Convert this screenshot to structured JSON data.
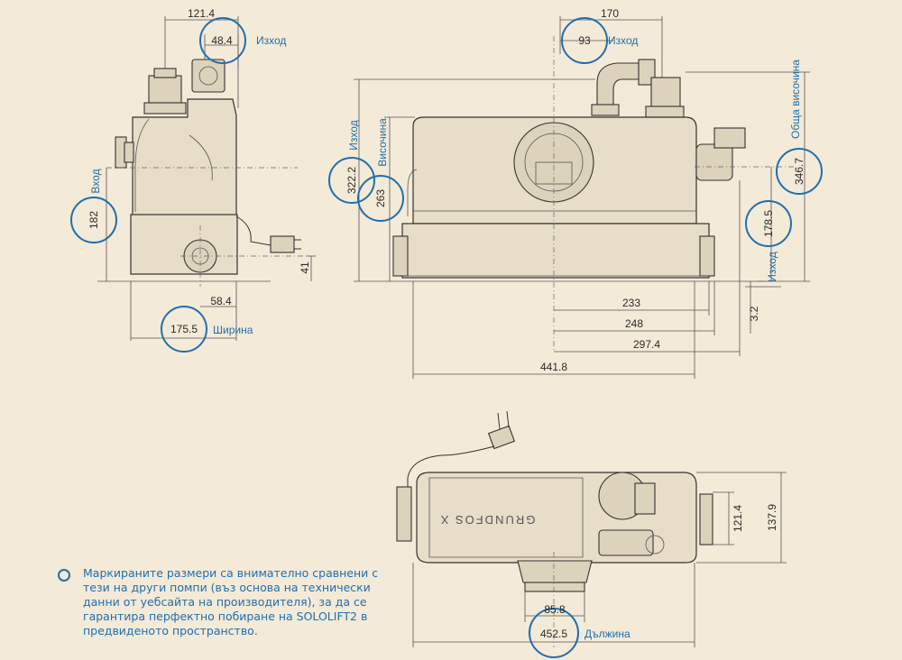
{
  "dimensions": {
    "side_top_width": "121.4",
    "side_outlet": "48.4",
    "side_inlet": "182",
    "side_bottom_41": "41",
    "side_58": "58.4",
    "side_width": "175.5",
    "front_top": "170",
    "front_outlet": "93",
    "front_height_322": "322.2",
    "front_height_263": "263",
    "front_total_height": "346.7",
    "front_178": "178.5",
    "front_3_2": "3.2",
    "front_233": "233",
    "front_248": "248",
    "front_297": "297.4",
    "front_441": "441.8",
    "top_121": "121.4",
    "top_137": "137.9",
    "top_85": "85.8",
    "top_length": "452.5"
  },
  "labels": {
    "outlet": "Изход",
    "inlet": "Вход",
    "width": "Ширина",
    "height": "Височина",
    "total_height": "Обща височина",
    "length": "Дължина",
    "brand": "GRUNDFOS X"
  },
  "note": "Маркираните размери са внимателно сравнени с тези на други помпи (въз основа на технически данни от уебсайта на производителя), за да се гарантира перфектно побиране на SOLOLIFT2 в предвиденото пространство.",
  "colors": {
    "background": "#f4ead8",
    "accent": "#1f6fae",
    "line": "#333333"
  }
}
